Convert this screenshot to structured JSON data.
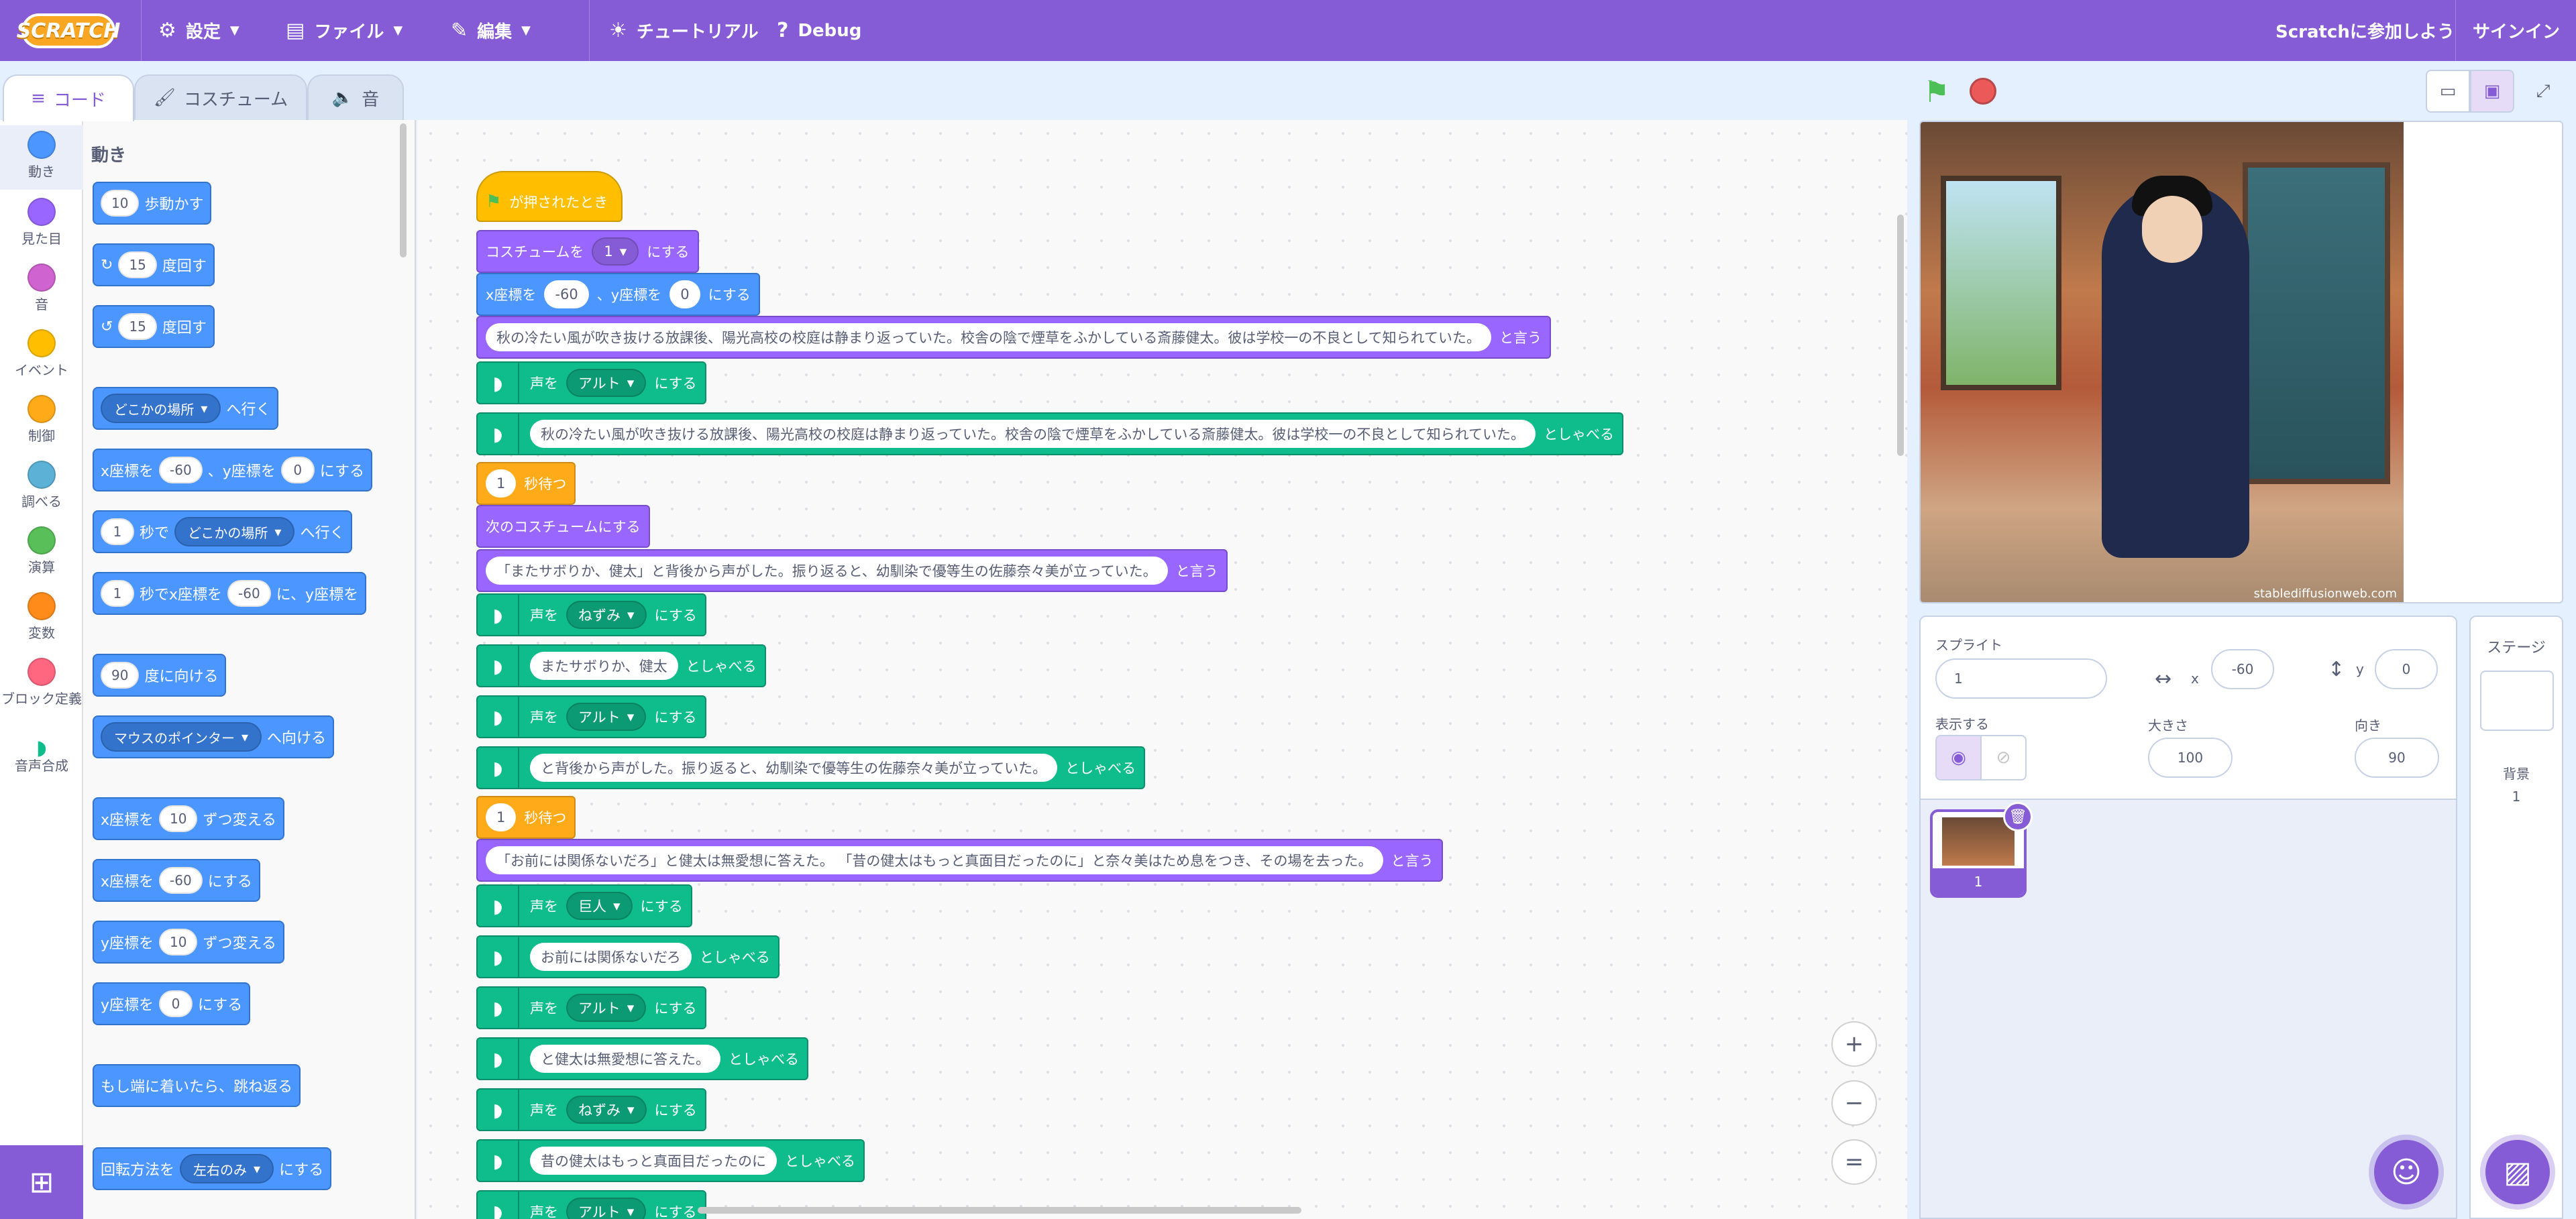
{
  "menubar": {
    "logo": "SCRATCH",
    "settings": "設定",
    "file": "ファイル",
    "edit": "編集",
    "tutorials": "チュートリアル",
    "debug": "Debug",
    "join": "Scratchに参加しよう",
    "signin": "サインイン"
  },
  "tabs": {
    "code": "コード",
    "costumes": "コスチューム",
    "sounds": "音"
  },
  "categories": [
    {
      "label": "動き",
      "color": "#4c97ff"
    },
    {
      "label": "見た目",
      "color": "#9966ff"
    },
    {
      "label": "音",
      "color": "#cf63cf"
    },
    {
      "label": "イベント",
      "color": "#ffbf00"
    },
    {
      "label": "制御",
      "color": "#ffab19"
    },
    {
      "label": "調べる",
      "color": "#5cb1d6"
    },
    {
      "label": "演算",
      "color": "#59c059"
    },
    {
      "label": "変数",
      "color": "#ff8c1a"
    },
    {
      "label": "ブロック定義",
      "color": "#ff6680"
    },
    {
      "label": "音声合成",
      "color": "#0fbd8c"
    }
  ],
  "palette": {
    "title": "動き",
    "move_n": "10",
    "move": "歩動かす",
    "turn_r_n": "15",
    "turn_r": "度回す",
    "turn_l_n": "15",
    "turn_l": "度回す",
    "goto_dd": "どこかの場所",
    "goto": "へ行く",
    "gotoxy_x_lbl": "x座標を",
    "gotoxy_x": "-60",
    "gotoxy_y_lbl": "、y座標を",
    "gotoxy_y": "0",
    "gotoxy_end": "にする",
    "glide_n": "1",
    "glide_lbl": "秒で",
    "glide_dd": "どこかの場所",
    "glide_end": "へ行く",
    "glidexy_n": "1",
    "glidexy_lbl": "秒でx座標を",
    "glidexy_x": "-60",
    "glidexy_y_lbl": "に、y座標を",
    "point_n": "90",
    "point": "度に向ける",
    "towards_dd": "マウスのポインター",
    "towards": "へ向ける",
    "changex_lbl": "x座標を",
    "changex_n": "10",
    "changex_end": "ずつ変える",
    "setx_lbl": "x座標を",
    "setx_n": "-60",
    "setx_end": "にする",
    "changey_lbl": "y座標を",
    "changey_n": "10",
    "changey_end": "ずつ変える",
    "sety_lbl": "y座標を",
    "sety_n": "0",
    "sety_end": "にする",
    "bounce": "もし端に着いたら、跳ね返る",
    "rot_lbl": "回転方法を",
    "rot_dd": "左右のみ",
    "rot_end": "にする"
  },
  "script": {
    "hat": "が押されたとき",
    "costume_lbl": "コスチュームを",
    "costume_val": "1",
    "costume_end": "にする",
    "xy_lbl": "x座標を",
    "xy_x": "-60",
    "xy_y_lbl": "、y座標を",
    "xy_y": "0",
    "xy_end": "にする",
    "say1": "秋の冷たい風が吹き抜ける放課後、陽光高校の校庭は静まり返っていた。校舎の陰で煙草をふかしている斎藤健太。彼は学校一の不良として知られていた。",
    "say_end": "と言う",
    "voice_lbl": "声を",
    "voice_end": "にする",
    "alto": "アルト",
    "squeak": "ねずみ",
    "giant": "巨人",
    "speak_end": "としゃべる",
    "speak1": "秋の冷たい風が吹き抜ける放課後、陽光高校の校庭は静まり返っていた。校舎の陰で煙草をふかしている斎藤健太。彼は学校一の不良として知られていた。",
    "wait_n": "1",
    "wait_end": "秒待つ",
    "next_costume": "次のコスチュームにする",
    "say2": "「またサボりか、健太」と背後から声がした。振り返ると、幼馴染で優等生の佐藤奈々美が立っていた。",
    "speak2": "またサボりか、健太",
    "speak3": "と背後から声がした。振り返ると、幼馴染で優等生の佐藤奈々美が立っていた。",
    "say3": "「お前には関係ないだろ」と健太は無愛想に答えた。 「昔の健太はもっと真面目だったのに」と奈々美はため息をつき、その場を去った。",
    "speak4": "お前には関係ないだろ",
    "speak5": "と健太は無愛想に答えた。",
    "speak6": "昔の健太はもっと真面目だったのに"
  },
  "zoom": {
    "in": "+",
    "out": "−",
    "reset": "="
  },
  "stage": {
    "watermark": "stablediffusionweb.com"
  },
  "sprite": {
    "label": "スプライト",
    "name": "1",
    "x_lbl": "x",
    "x": "-60",
    "y_lbl": "y",
    "y": "0",
    "show_lbl": "表示する",
    "size_lbl": "大きさ",
    "size": "100",
    "dir_lbl": "向き",
    "dir": "90",
    "thumb_name": "1"
  },
  "stage_pane": {
    "title": "ステージ",
    "bg_lbl": "背景",
    "bg_count": "1"
  }
}
